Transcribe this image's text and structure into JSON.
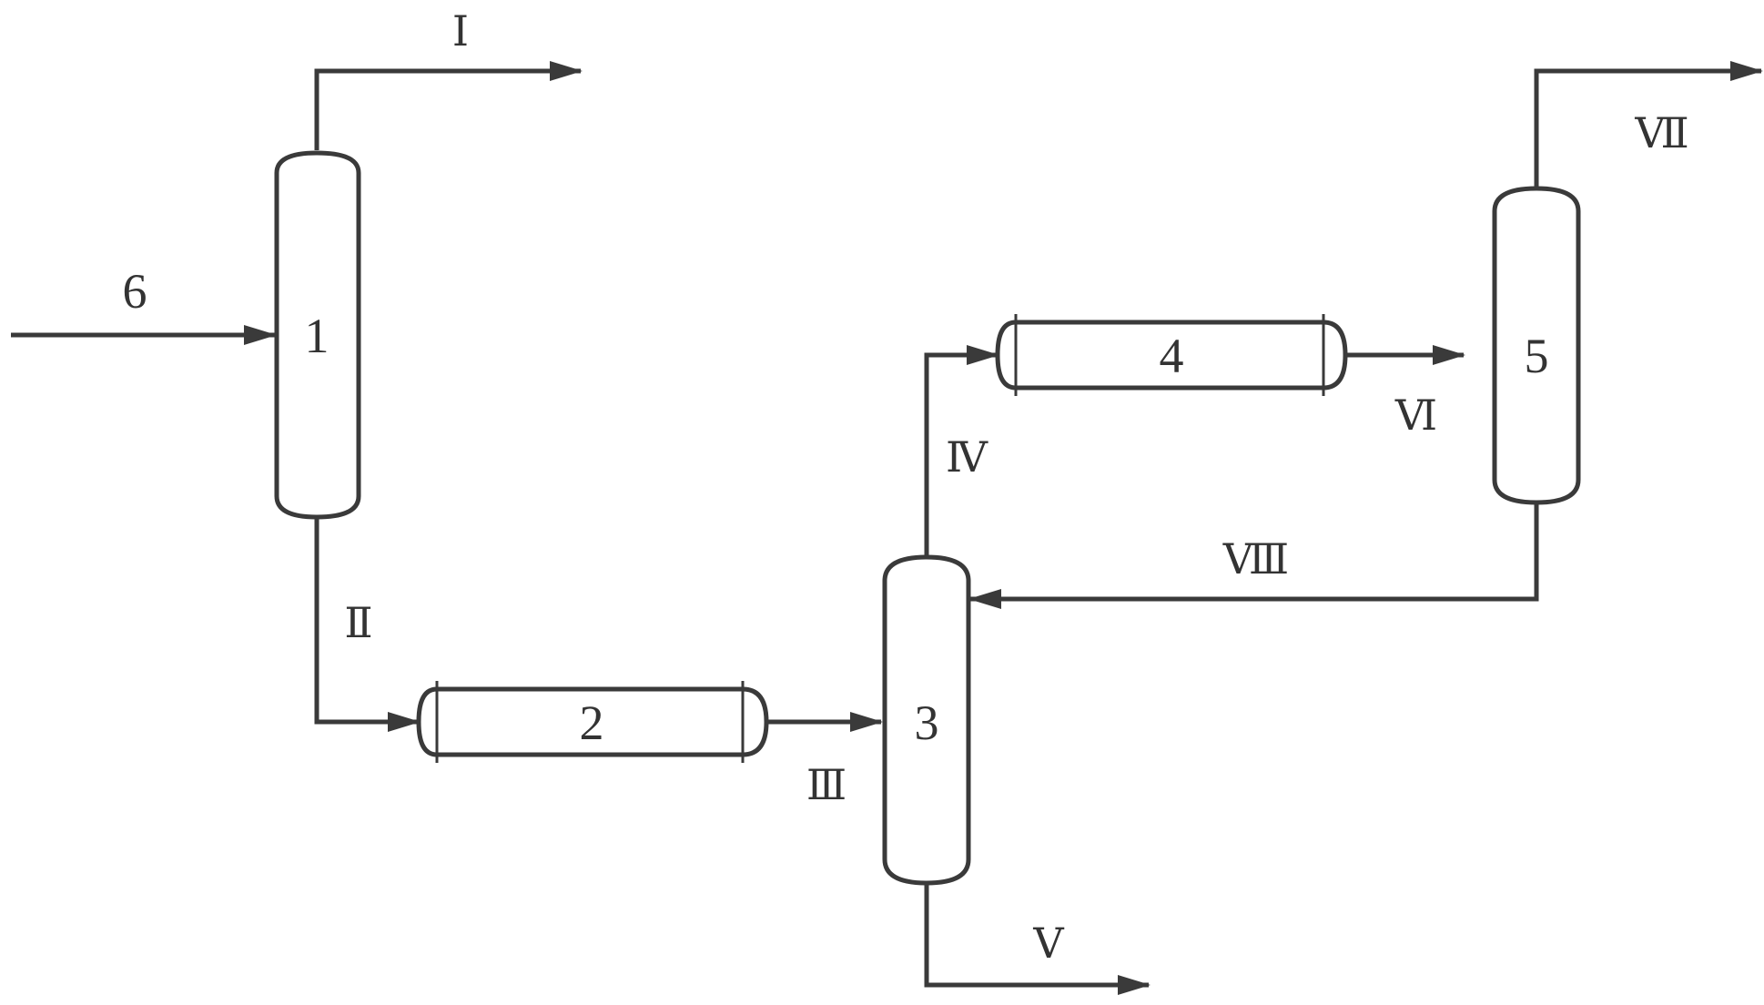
{
  "units": {
    "u1": "1",
    "u2": "2",
    "u3": "3",
    "u4": "4",
    "u5": "5"
  },
  "feed": "6",
  "streams": {
    "s1": "Ⅰ",
    "s2": "Ⅱ",
    "s3": "Ⅲ",
    "s4": "Ⅳ",
    "s5": "Ⅴ",
    "s6": "Ⅵ",
    "s7": "Ⅶ",
    "s8": "Ⅷ"
  }
}
